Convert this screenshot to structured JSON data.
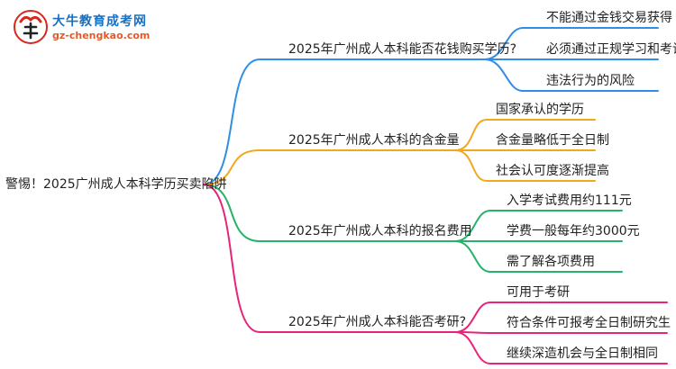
{
  "logo": {
    "name": "大牛教育成考网",
    "url": "gz-chengkao.com"
  },
  "colors": {
    "branch1": "#2f8ee6",
    "branch2": "#f2a81d",
    "branch3": "#27b26b",
    "branch4": "#e8237a"
  },
  "root": "警惕！2025广州成人本科学历买卖陷阱",
  "branches": [
    {
      "label": "2025年广州成人本科能否花钱购买学历?",
      "leaves": [
        "不能通过金钱交易获得",
        "必须通过正规学习和考试",
        "违法行为的风险"
      ]
    },
    {
      "label": "2025年广州成人本科的含金量",
      "leaves": [
        "国家承认的学历",
        "含金量略低于全日制",
        "社会认可度逐渐提高"
      ]
    },
    {
      "label": "2025年广州成人本科的报名费用",
      "leaves": [
        "入学考试费用约111元",
        "学费一般每年约3000元",
        "需了解各项费用"
      ]
    },
    {
      "label": "2025年广州成人本科能否考研?",
      "leaves": [
        "可用于考研",
        "符合条件可报考全日制研究生",
        "继续深造机会与全日制相同"
      ]
    }
  ]
}
